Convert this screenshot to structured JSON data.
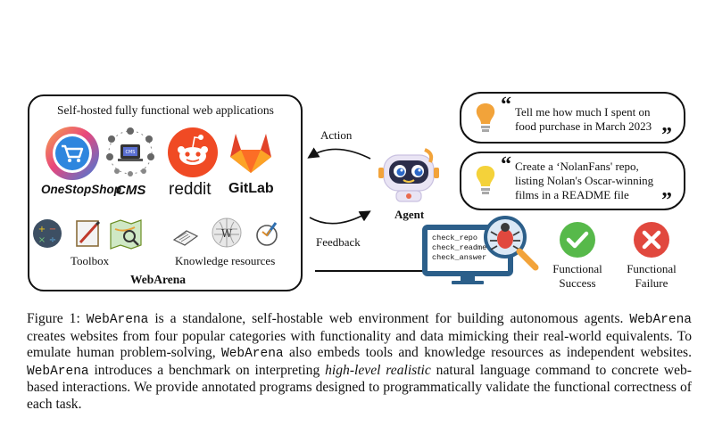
{
  "panel": {
    "title": "Self-hosted fully functional web applications",
    "footer": "WebArena",
    "apps": [
      {
        "label": "OneStopShop",
        "icon": "shopping-cart-icon"
      },
      {
        "label": "CMS",
        "icon": "cms-icon"
      },
      {
        "label": "reddit",
        "icon": "reddit-icon"
      },
      {
        "label": "GitLab",
        "icon": "gitlab-icon"
      }
    ],
    "toolbox_label": "Toolbox",
    "knowledge_label": "Knowledge resources"
  },
  "flow": {
    "action_label": "Action",
    "feedback_label": "Feedback",
    "agent_label": "Agent"
  },
  "bubbles": [
    {
      "text_lines": [
        "Tell me how much I spent on",
        "food purchase in March 2023"
      ],
      "icon": "lightbulb-orange-icon"
    },
    {
      "text_lines": [
        "Create a ‘NolanFans' repo,",
        "listing Nolan's Oscar-winning",
        "films in a README file"
      ],
      "icon": "lightbulb-yellow-icon"
    }
  ],
  "checker": {
    "lines": [
      "check_repo",
      "check_readme",
      "check_answer"
    ],
    "icon": "bug-magnifier-icon"
  },
  "outcomes": {
    "success": [
      "Functional",
      "Success"
    ],
    "failure": [
      "Functional",
      "Failure"
    ]
  },
  "colors": {
    "reddit": "#f04a24",
    "gitlab": "#fc6d26",
    "success": "#57b94a",
    "failure": "#e1483e",
    "monitor": "#2c5f8a"
  },
  "caption": {
    "p1": "Figure 1: ",
    "m1": "WebArena",
    "p2": " is a standalone, self-hostable web environment for building autonomous agents. ",
    "m2": "WebArena",
    "p3": " creates websites from four popular categories with functionality and data mimicking their real-world equivalents. To emulate human problem-solving, ",
    "m3": "WebArena",
    "p4": " also embeds tools and knowledge resources as independent websites. ",
    "m4": "WebArena",
    "p5": " introduces a benchmark on interpreting ",
    "it": "high-level realistic",
    "p6": " natural language command to concrete web-based interactions.  We provide annotated programs designed to programmatically validate the functional correctness of each task."
  }
}
